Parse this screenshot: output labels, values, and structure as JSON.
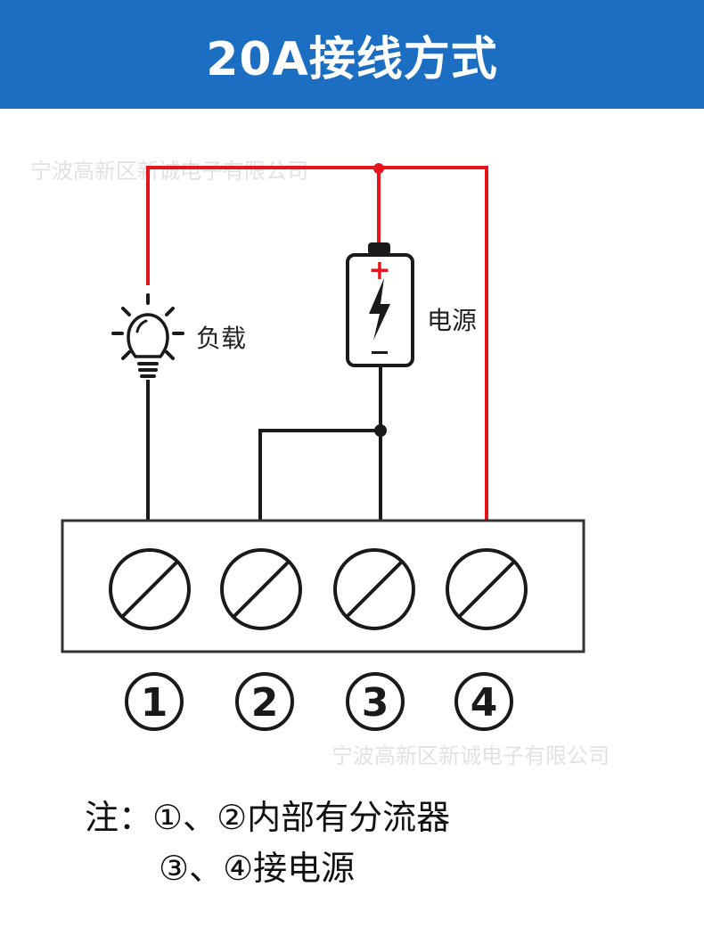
{
  "header": {
    "title": "20A接线方式",
    "background": "#1b6ec2"
  },
  "watermark": {
    "text": "宁波高新区新诚电子有限公司"
  },
  "components": {
    "load_label": "负载",
    "power_label": "电源",
    "battery_plus": "+",
    "battery_minus": "−"
  },
  "terminals": [
    {
      "number": "1"
    },
    {
      "number": "2"
    },
    {
      "number": "3"
    },
    {
      "number": "4"
    }
  ],
  "notes": {
    "line1": "注：①、②内部有分流器",
    "line2": "③、④接电源"
  },
  "colors": {
    "positive_wire": "#e8141b",
    "negative_wire": "#1a1a1a"
  }
}
